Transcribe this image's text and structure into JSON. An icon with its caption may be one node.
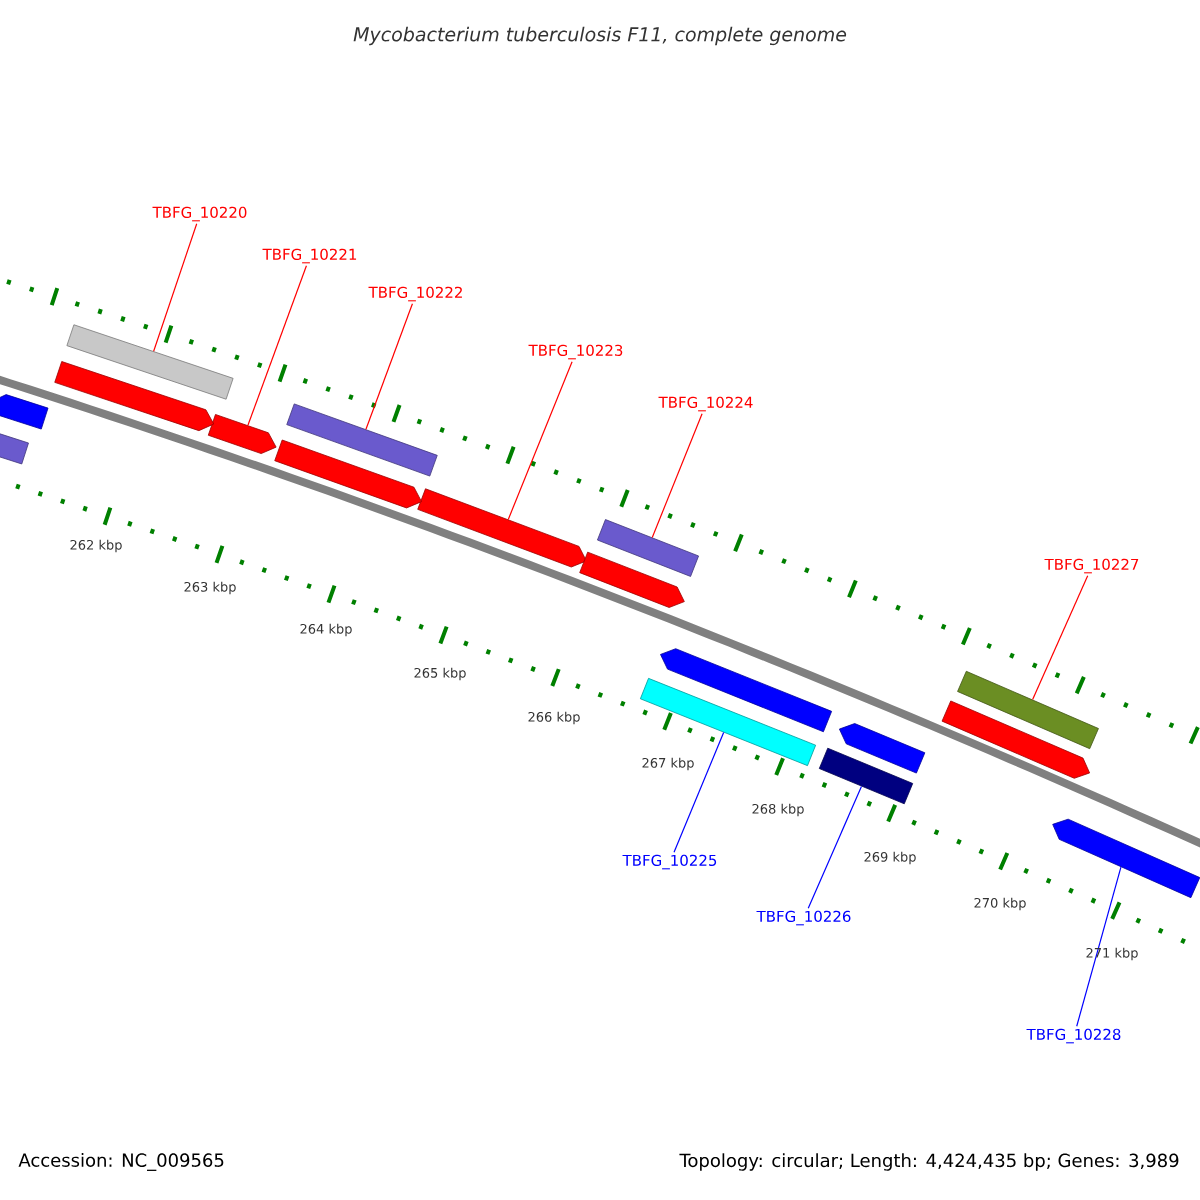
{
  "diagram": {
    "title": "Mycobacterium tuberculosis F11, complete genome",
    "nodes": [
      {
        "text": [
          "TBFG_10220"
        ]
      },
      {
        "text": [],
        "shape": "bar"
      },
      {
        "text": [
          "TBFG_10221"
        ]
      },
      {
        "text": [],
        "shape": "arrow"
      },
      {
        "text": [
          "TBFG_10222"
        ]
      },
      {
        "text": [],
        "shape": "bar"
      },
      {
        "text": [
          "TBFG_10223"
        ]
      },
      {
        "text": [],
        "shape": "arrow"
      },
      {
        "text": [
          "TBFG_10224"
        ]
      },
      {
        "text": [],
        "shape": "bar"
      },
      {
        "text": [
          "TBFG_10227"
        ]
      },
      {
        "text": [],
        "shape": "bar"
      },
      {
        "text": [],
        "shape": "bar"
      },
      {
        "text": [
          "TBFG_10225"
        ]
      },
      {
        "text": [],
        "shape": "bar"
      },
      {
        "text": [
          "TBFG_10226"
        ]
      },
      {
        "text": [],
        "shape": "arrow"
      },
      {
        "text": [
          "TBFG_10228"
        ]
      },
      {
        "text": [],
        "shape": "arrow"
      },
      {
        "text": [],
        "shape": "bar"
      },
      {
        "text": [],
        "shape": "arrow"
      },
      {
        "text": [],
        "shape": "arrow"
      },
      {
        "text": [],
        "shape": "arrow"
      },
      {
        "text": [],
        "shape": "arrow"
      },
      {
        "text": [],
        "shape": "arrow"
      },
      {
        "text": [],
        "shape": "arrow"
      }
    ],
    "edges": [
      {
        "from": 0,
        "to": 1,
        "arrow": "none"
      },
      {
        "from": 2,
        "to": 3,
        "arrow": "none"
      },
      {
        "from": 4,
        "to": 5,
        "arrow": "none"
      },
      {
        "from": 6,
        "to": 7,
        "arrow": "none"
      },
      {
        "from": 8,
        "to": 9,
        "arrow": "none"
      },
      {
        "from": 10,
        "to": 11,
        "arrow": "none"
      },
      {
        "from": 13,
        "to": 12,
        "arrow": "none",
        "color": "#0000ff"
      },
      {
        "from": 15,
        "to": 14,
        "arrow": "none",
        "color": "#0000ff"
      },
      {
        "from": 17,
        "to": 16,
        "arrow": "none",
        "color": "#0000ff"
      }
    ],
    "labels": [
      "262 kbp",
      "263 kbp",
      "264 kbp",
      "265 kbp",
      "266 kbp",
      "267 kbp",
      "268 kbp",
      "269 kbp",
      "270 kbp",
      "271 kbp",
      "Accession: NC_009565",
      "Topology: circular; Length: 4,424,435 bp; Genes: 3,989"
    ]
  }
}
